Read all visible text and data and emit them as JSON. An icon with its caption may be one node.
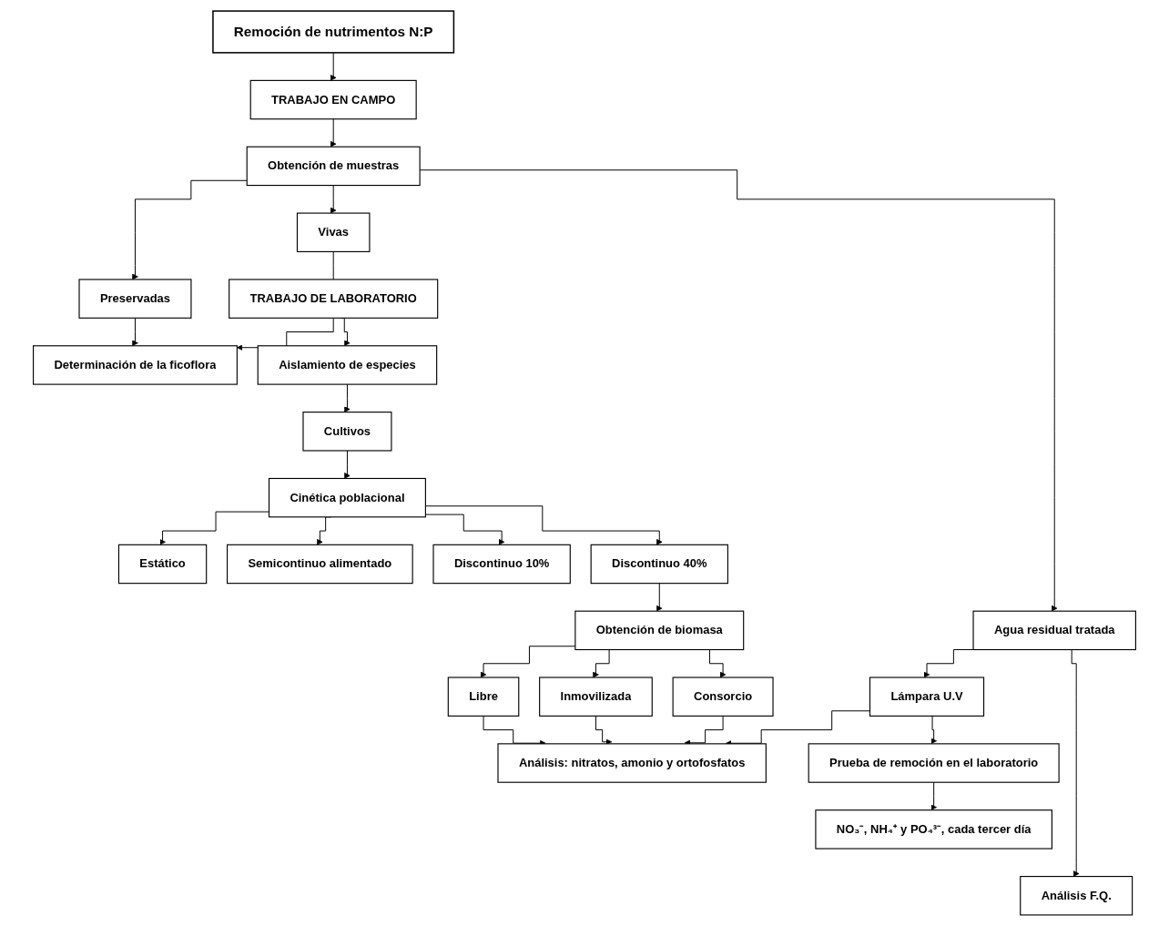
{
  "diagram": {
    "nodes": [
      {
        "text": [
          "Remoción de nutrimentos N:P"
        ]
      },
      {
        "text": [
          "TRABAJO EN CAMPO"
        ]
      },
      {
        "text": [
          "Obtención de muestras"
        ]
      },
      {
        "text": [
          "Preservadas"
        ]
      },
      {
        "text": [
          "Vivas"
        ]
      },
      {
        "text": [
          "Análisis F.Q."
        ]
      },
      {
        "text": [
          "Agua residual tratada"
        ]
      },
      {
        "text": [
          "TRABAJO DE LABORATORIO"
        ]
      },
      {
        "text": [
          "Determinación de la ficoflora"
        ]
      },
      {
        "text": [
          "Aislamiento de especies"
        ]
      },
      {
        "text": [
          "Cultivos"
        ]
      },
      {
        "text": [
          "Cinética poblacional"
        ]
      },
      {
        "text": [
          "Estático"
        ]
      },
      {
        "text": [
          "Semicontinuo alimentado"
        ]
      },
      {
        "text": [
          "Discontinuo 10%"
        ]
      },
      {
        "text": [
          "Discontinuo 40%"
        ]
      },
      {
        "text": [
          "Obtención de biomasa"
        ]
      },
      {
        "text": [
          "Libre"
        ]
      },
      {
        "text": [
          "Inmovilizada"
        ]
      },
      {
        "text": [
          "Consorcio"
        ]
      },
      {
        "text": [
          "Lámpara U.V"
        ]
      },
      {
        "text": [
          "Análisis: nitratos, amonio y ortofosfatos"
        ]
      },
      {
        "text": [
          "Prueba de remoción en el laboratorio"
        ]
      },
      {
        "text": [
          "NO₃⁻, NH₄⁺ y PO₄³⁻, cada tercer día"
        ]
      }
    ],
    "edges": [
      {
        "from": 0,
        "to": 1,
        "arrow": "to"
      },
      {
        "from": 1,
        "to": 2,
        "arrow": "to"
      },
      {
        "from": 2,
        "to": 3,
        "arrow": "to"
      },
      {
        "from": 2,
        "to": 4,
        "arrow": "to"
      },
      {
        "from": 2,
        "to": 6,
        "arrow": "to"
      },
      {
        "from": 6,
        "to": 5,
        "arrow": "to"
      },
      {
        "from": 3,
        "to": 8,
        "arrow": "to"
      },
      {
        "from": 4,
        "to": 7,
        "arrow": "none"
      },
      {
        "from": 7,
        "to": 8,
        "arrow": "to"
      },
      {
        "from": 7,
        "to": 9,
        "arrow": "to"
      },
      {
        "from": 9,
        "to": 10,
        "arrow": "to"
      },
      {
        "from": 10,
        "to": 11,
        "arrow": "to"
      },
      {
        "from": 11,
        "to": 12,
        "arrow": "to"
      },
      {
        "from": 11,
        "to": 13,
        "arrow": "to"
      },
      {
        "from": 11,
        "to": 14,
        "arrow": "to"
      },
      {
        "from": 11,
        "to": 15,
        "arrow": "to"
      },
      {
        "from": 15,
        "to": 16,
        "arrow": "to"
      },
      {
        "from": 16,
        "to": 17,
        "arrow": "to"
      },
      {
        "from": 16,
        "to": 18,
        "arrow": "to"
      },
      {
        "from": 16,
        "to": 19,
        "arrow": "to"
      },
      {
        "from": 17,
        "to": 21,
        "arrow": "to"
      },
      {
        "from": 18,
        "to": 21,
        "arrow": "to"
      },
      {
        "from": 19,
        "to": 21,
        "arrow": "to"
      },
      {
        "from": 6,
        "to": 20,
        "arrow": "to"
      },
      {
        "from": 20,
        "to": 21,
        "arrow": "to"
      },
      {
        "from": 20,
        "to": 22,
        "arrow": "to"
      },
      {
        "from": 22,
        "to": 23,
        "arrow": "to"
      }
    ]
  }
}
